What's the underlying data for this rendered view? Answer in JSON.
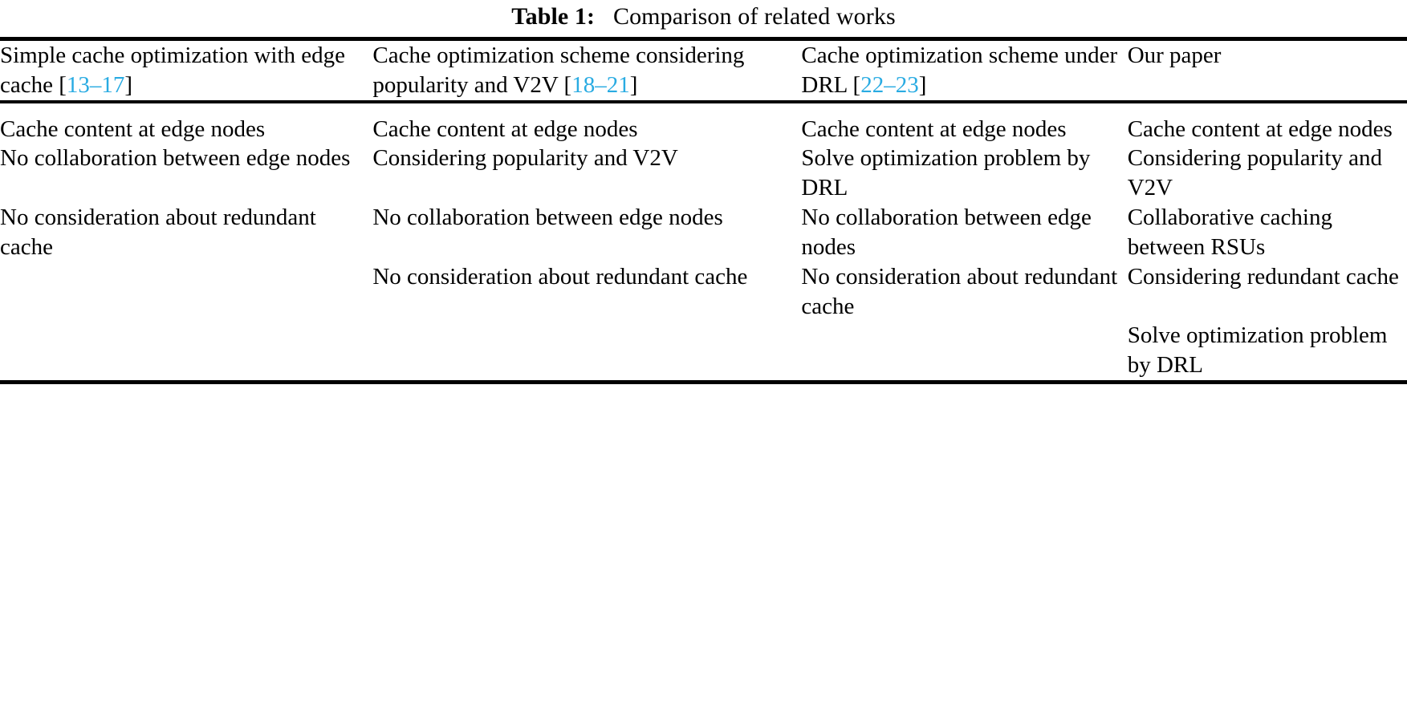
{
  "caption": {
    "label": "Table 1:",
    "text": "Comparison of related works"
  },
  "colors": {
    "citation_blue": "#29ABE2",
    "rule_black": "#000000",
    "text_black": "#000000",
    "background": "#FFFFFF"
  },
  "table": {
    "headers": [
      {
        "text_before": "Simple cache optimization with edge cache [",
        "citation": "13–17",
        "text_after": "]"
      },
      {
        "text_before": "Cache optimization scheme considering popularity and V2V [",
        "citation": "18–21",
        "text_after": "]"
      },
      {
        "text_before": "Cache optimization scheme under DRL [",
        "citation": "22–23",
        "text_after": "]"
      },
      {
        "text_before": "Our paper",
        "citation": "",
        "text_after": ""
      }
    ],
    "rows": [
      {
        "c1": "Cache content at edge nodes",
        "c2": "Cache content at edge nodes",
        "c3": "Cache content at edge nodes",
        "c4": "Cache content at edge nodes"
      },
      {
        "c1": "No collaboration between edge nodes",
        "c2": "Considering popularity and V2V",
        "c3": "Solve optimization problem by DRL",
        "c4": "Considering popularity and V2V"
      },
      {
        "c1": "No consideration about redundant cache",
        "c2": "No collaboration between edge nodes",
        "c3": "No collaboration between edge nodes",
        "c4": "Collaborative caching between RSUs"
      },
      {
        "c1": "",
        "c2": "No consideration about redundant cache",
        "c3": "No consideration about redundant cache",
        "c4": "Considering redundant cache"
      },
      {
        "c1": "",
        "c2": "",
        "c3": "",
        "c4": "Solve optimization problem by DRL"
      }
    ]
  }
}
